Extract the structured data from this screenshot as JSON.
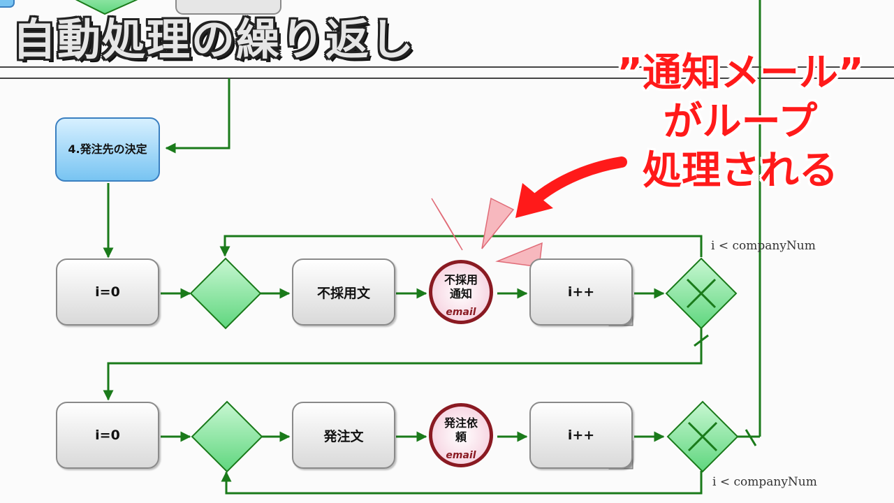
{
  "title": "自動処理の繰り返し",
  "callout": {
    "line1": "”通知メール”",
    "line2": "がループ",
    "line3": "処理される"
  },
  "nodes": {
    "decide_task": "4.発注先の決定",
    "row1": {
      "init_task": "i=0",
      "script_task": "不採用文",
      "email_task": "不採用通知",
      "email_tag": "email",
      "increment_task": "i++",
      "condition": "i < companyNum"
    },
    "row2": {
      "init_task": "i=0",
      "script_task": "発注文",
      "email_task": "発注依頼",
      "email_tag": "email",
      "increment_task": "i++",
      "condition": "i < companyNum"
    }
  },
  "colors": {
    "flow_line": "#1a7a1a",
    "gateway_fill": "#7ee89a",
    "callout_text": "#ff1a1a",
    "email_ring": "#8a1a22"
  }
}
